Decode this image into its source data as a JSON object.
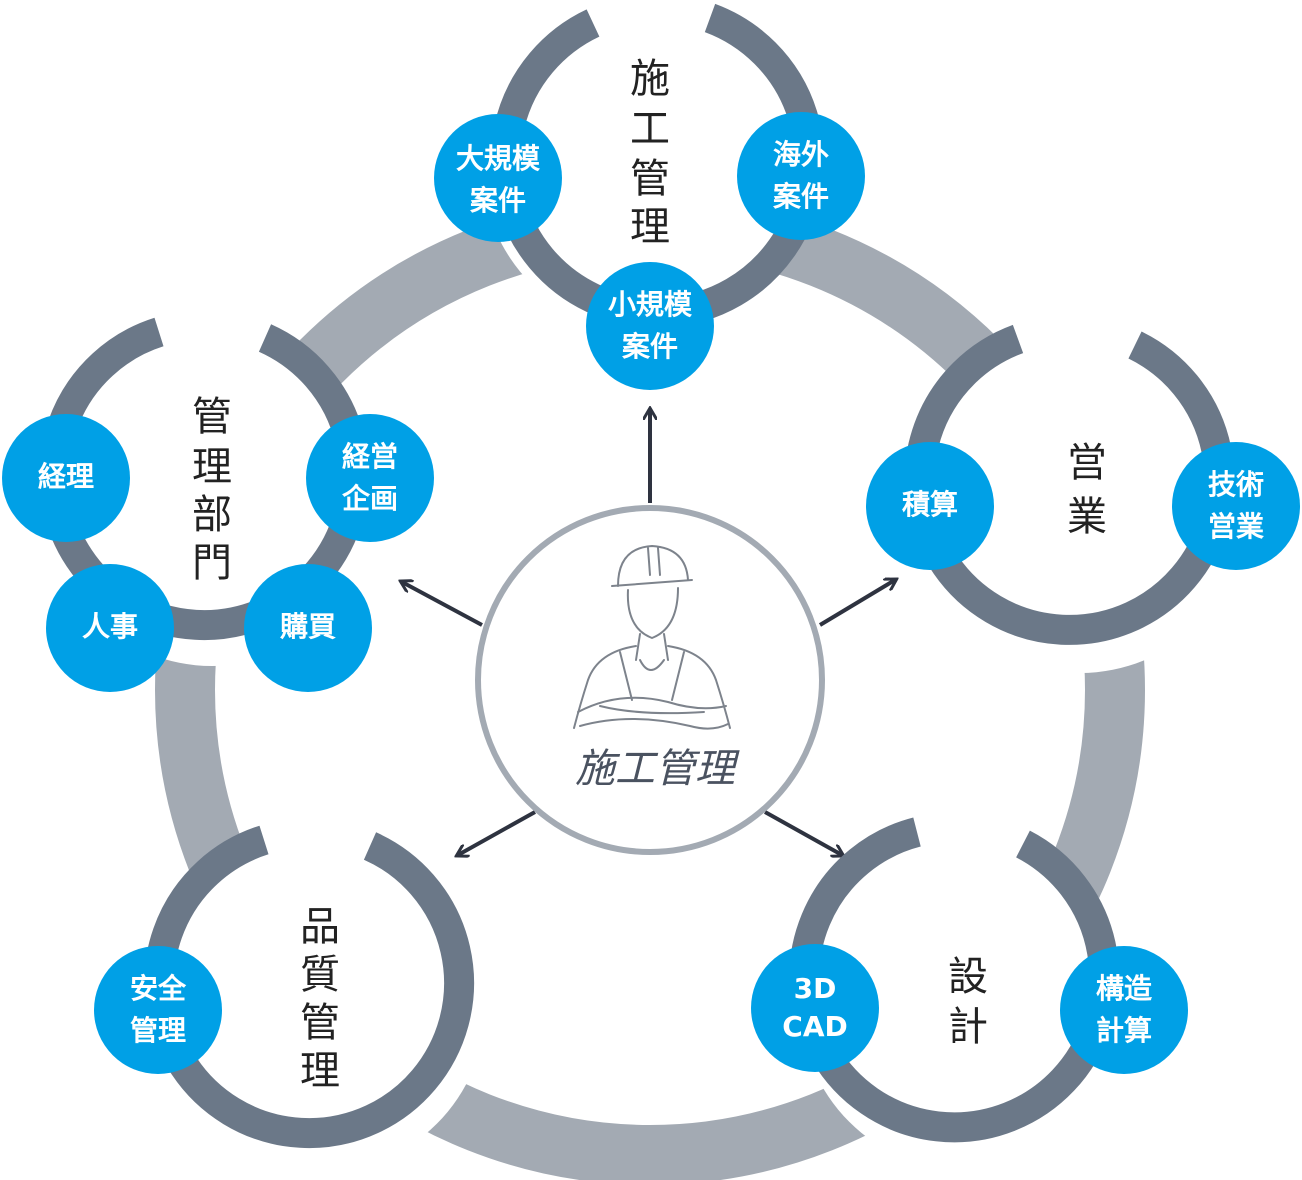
{
  "center": {
    "title": "施工管理",
    "icon": "construction-worker-icon"
  },
  "nodes": [
    {
      "id": "construction",
      "title": [
        "施",
        "工",
        "管",
        "理"
      ],
      "bubbles": [
        {
          "id": "large",
          "lines": [
            "大規模",
            "案件"
          ]
        },
        {
          "id": "overseas",
          "lines": [
            "海外",
            "案件"
          ]
        },
        {
          "id": "small",
          "lines": [
            "小規模",
            "案件"
          ]
        }
      ]
    },
    {
      "id": "sales",
      "title": [
        "営",
        "業"
      ],
      "bubbles": [
        {
          "id": "estimate",
          "lines": [
            "積算"
          ]
        },
        {
          "id": "tech-sales",
          "lines": [
            "技術",
            "営業"
          ]
        }
      ]
    },
    {
      "id": "design",
      "title": [
        "設",
        "計"
      ],
      "bubbles": [
        {
          "id": "cad",
          "lines": [
            "3D",
            "CAD"
          ]
        },
        {
          "id": "structural",
          "lines": [
            "構造",
            "計算"
          ]
        }
      ]
    },
    {
      "id": "quality",
      "title": [
        "品",
        "質",
        "管",
        "理"
      ],
      "bubbles": [
        {
          "id": "safety",
          "lines": [
            "安全",
            "管理"
          ]
        }
      ]
    },
    {
      "id": "admin",
      "title": [
        "管",
        "理",
        "部",
        "門"
      ],
      "bubbles": [
        {
          "id": "manager",
          "lines": [
            "経理"
          ]
        },
        {
          "id": "planning",
          "lines": [
            "経営",
            "企画"
          ]
        },
        {
          "id": "hr",
          "lines": [
            "人事"
          ]
        },
        {
          "id": "purchasing",
          "lines": [
            "購買"
          ]
        }
      ]
    }
  ],
  "colors": {
    "ring": "#a3aab3",
    "node_ring": "#6b7888",
    "bubble": "#00a0e6",
    "arrow": "#2e3340",
    "center_border": "#a3aab3"
  }
}
